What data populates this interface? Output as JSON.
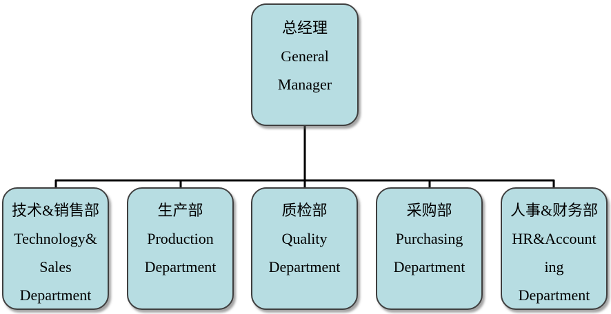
{
  "root": {
    "lines": [
      "总经理",
      "General",
      "Manager"
    ]
  },
  "departments": [
    {
      "lines": [
        "技术&销售部",
        "Technology&",
        "Sales",
        "Department"
      ]
    },
    {
      "lines": [
        "生产部",
        "Production",
        "Department"
      ]
    },
    {
      "lines": [
        "质检部",
        "Quality",
        "Department"
      ]
    },
    {
      "lines": [
        "采购部",
        "Purchasing",
        "Department"
      ]
    },
    {
      "lines": [
        "人事&财务部",
        "HR&Account",
        "ing",
        "Department"
      ]
    }
  ],
  "colors": {
    "box_fill": "#b7dde2",
    "box_border": "#3f3f3f",
    "connector": "#000000"
  }
}
